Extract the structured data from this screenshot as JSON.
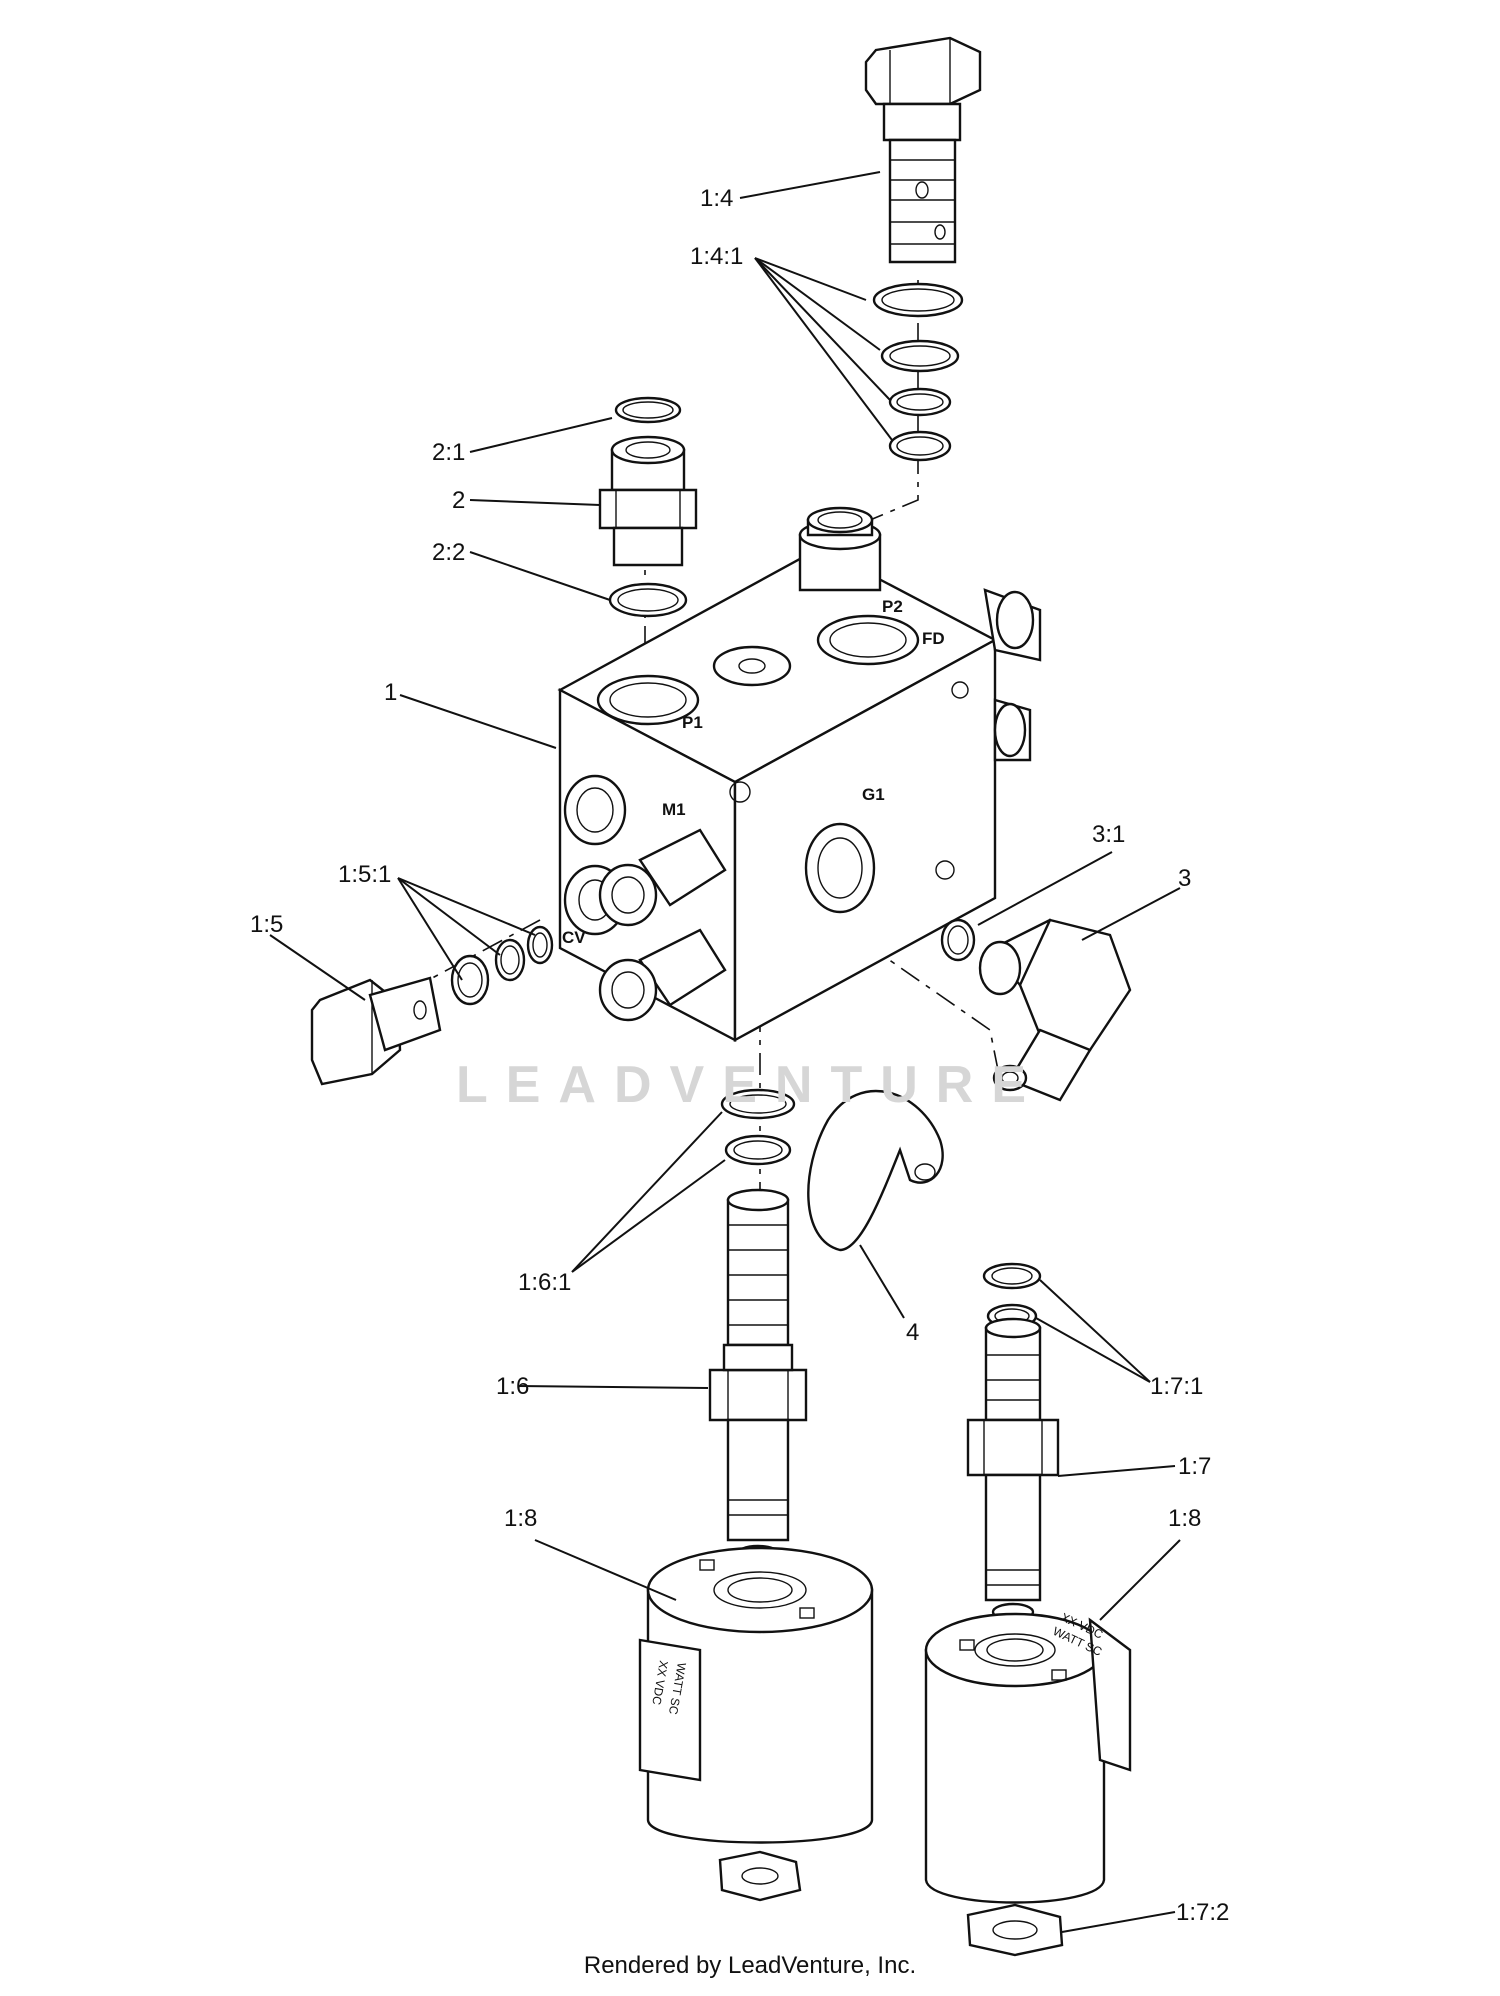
{
  "callouts": {
    "c_1_4": "1:4",
    "c_1_4_1": "1:4:1",
    "c_2_1": "2:1",
    "c_2": "2",
    "c_2_2": "2:2",
    "c_1": "1",
    "c_1_5_1": "1:5:1",
    "c_1_5": "1:5",
    "c_3_1": "3:1",
    "c_3": "3",
    "c_1_6_1": "1:6:1",
    "c_4": "4",
    "c_1_6": "1:6",
    "c_1_7_1": "1:7:1",
    "c_1_7": "1:7",
    "c_1_8_left": "1:8",
    "c_1_8_right": "1:8",
    "c_1_7_2": "1:7:2"
  },
  "port_labels": {
    "p1": "P1",
    "p2": "P2",
    "fd": "FD",
    "m1": "M1",
    "g1": "G1",
    "cv": "CV"
  },
  "coil_text": {
    "left_line1": "XX VDC",
    "left_line2": "WATT SC",
    "right_line1": "XX VDC",
    "right_line2": "WATT SC"
  },
  "watermark": "LEADVENTURE",
  "footer": "Rendered by LeadVenture, Inc."
}
